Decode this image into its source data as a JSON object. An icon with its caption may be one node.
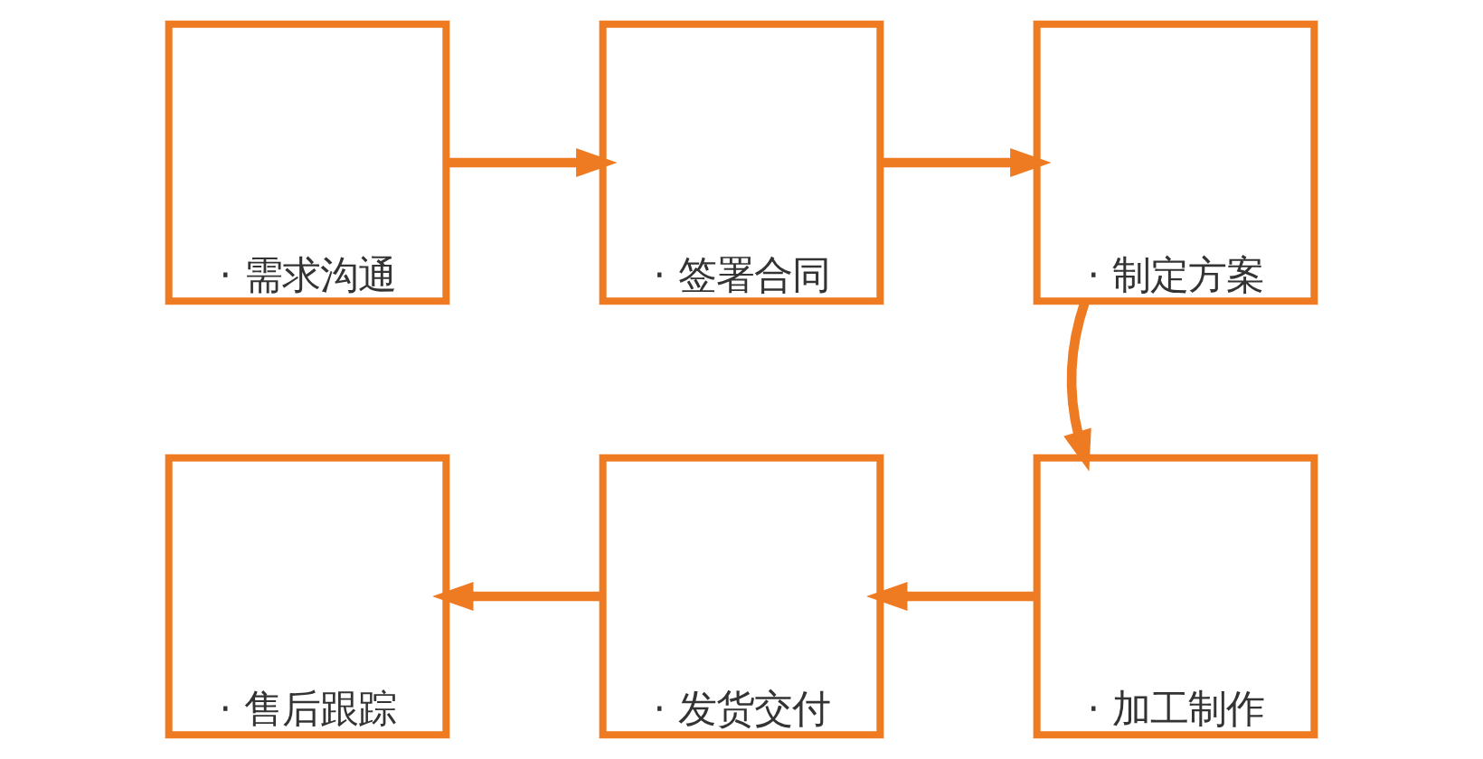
{
  "diagram": {
    "nodes": [
      {
        "text": [
          "· 需求沟通"
        ]
      },
      {
        "text": [
          "· 签署合同"
        ]
      },
      {
        "text": [
          "· 制定方案"
        ]
      },
      {
        "text": [
          "· 加工制作"
        ]
      },
      {
        "text": [
          "· 发货交付"
        ]
      },
      {
        "text": [
          "· 售后跟踪"
        ]
      }
    ],
    "edges": [
      {
        "from": 0,
        "to": 1,
        "arrow": "to"
      },
      {
        "from": 1,
        "to": 2,
        "arrow": "to"
      },
      {
        "from": 2,
        "to": 3,
        "arrow": "to"
      },
      {
        "from": 3,
        "to": 4,
        "arrow": "to"
      },
      {
        "from": 4,
        "to": 5,
        "arrow": "to"
      }
    ]
  }
}
